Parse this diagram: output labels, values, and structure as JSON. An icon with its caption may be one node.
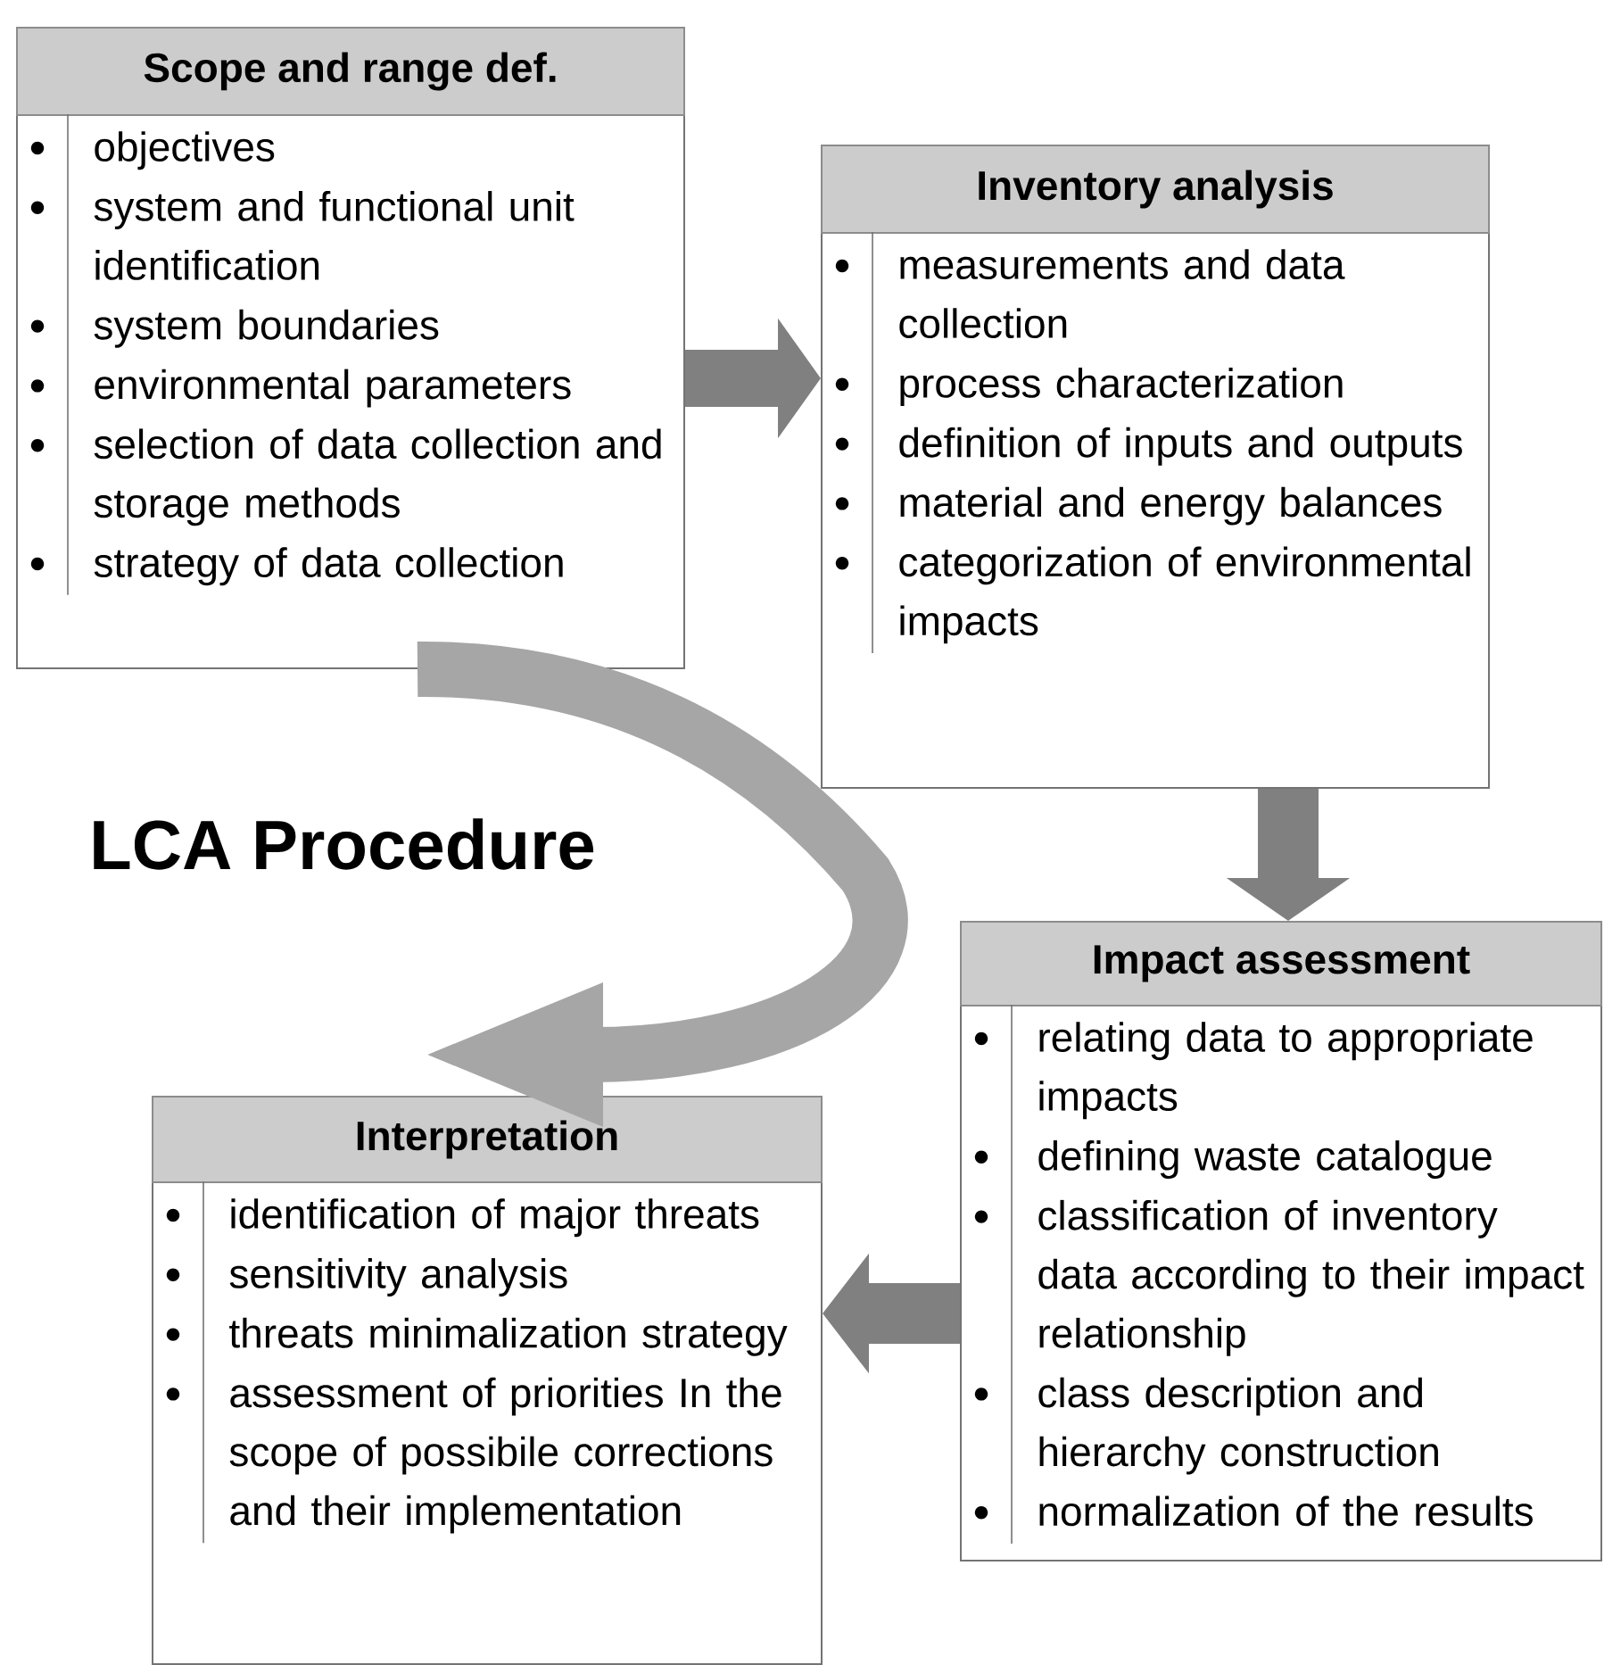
{
  "diagram": {
    "nodes": [
      {
        "text": [
          "Scope and range def.",
          "objectives",
          "system and functional unit identification",
          "system boundaries",
          "environmental parameters",
          "selection of data collection and storage methods",
          "strategy of data collection"
        ]
      },
      {
        "text": [
          "Inventory analysis",
          "measurements and data collection",
          "process characterization",
          "definition of inputs and outputs",
          "material and energy balances",
          "categorization of environmental impacts"
        ]
      },
      {
        "text": [
          "Impact assessment",
          "relating data to appropriate impacts",
          "defining waste catalogue",
          "classification of inventory data according to their impact relationship",
          "class description and hierarchy construction",
          "normalization of the results"
        ]
      },
      {
        "text": [
          "Interpretation",
          "identification of major threats",
          "sensitivity analysis",
          "threats minimalization strategy",
          "assessment of priorities In the scope of possibile corrections and their implementation"
        ]
      }
    ],
    "edges": [
      {
        "from": 0,
        "to": 1,
        "arrow": "to"
      },
      {
        "from": 1,
        "to": 2,
        "arrow": "to"
      },
      {
        "from": 2,
        "to": 3,
        "arrow": "to"
      },
      {
        "from": 0,
        "to": 3,
        "arrow": "to",
        "color": "#a6a6a6"
      }
    ],
    "title": "LCA Procedure"
  }
}
